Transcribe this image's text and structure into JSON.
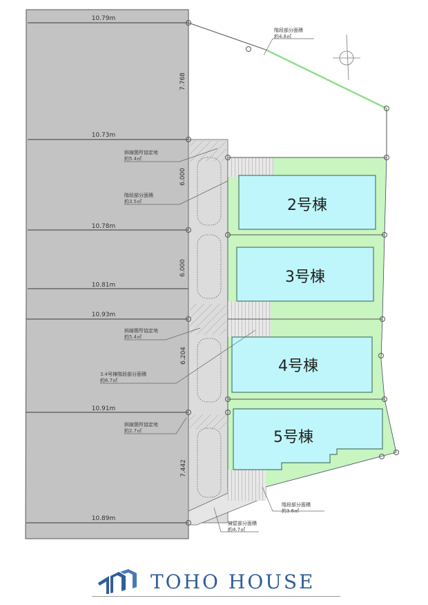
{
  "plan": {
    "lots_left": [
      {
        "width_label": "10.79m"
      },
      {
        "width_label": "10.73m"
      },
      {
        "width_label": "10.78m"
      },
      {
        "width_label": "10.81m"
      },
      {
        "width_label": "10.93m"
      },
      {
        "width_label": "10.91m"
      },
      {
        "width_label": "10.89m"
      }
    ],
    "depth_labels": [
      "7.768",
      "6.000",
      "6.000",
      "6.204",
      "7.442"
    ],
    "buildings": [
      {
        "label": "2号棟"
      },
      {
        "label": "3号棟"
      },
      {
        "label": "4号棟"
      },
      {
        "label": "5号棟"
      }
    ],
    "notes": {
      "stairs_top": {
        "line1": "階段部分面積",
        "line2": "約4.8㎡"
      },
      "easement_1": {
        "line1": "斜線箇所協定地",
        "line2": "約5.4㎡"
      },
      "stairs_2": {
        "line1": "階段部分面積",
        "line2": "約3.5㎡"
      },
      "easement_2": {
        "line1": "斜線箇所協定地",
        "line2": "約5.4㎡"
      },
      "stairs_34": {
        "line1": "3.4号棟階段部分面積",
        "line2": "約6.7㎡"
      },
      "easement_3": {
        "line1": "斜線箇所協定地",
        "line2": "約2.7㎡"
      },
      "stairs_5": {
        "line1": "階段部分面積",
        "line2": "約3.6㎡"
      },
      "retaining_wall": {
        "line1": "擁壁部分面積",
        "line2": "約4.7㎡"
      }
    },
    "colors": {
      "lot_gray": "#c3c3c3",
      "parking_gray": "#dcdcdc",
      "garden_green": "#c8f5c0",
      "building_cyan": "#bff6fb",
      "line": "#555555"
    }
  },
  "logo": {
    "brand": "TOHO HOUSE",
    "color": "#2f5d9a"
  }
}
